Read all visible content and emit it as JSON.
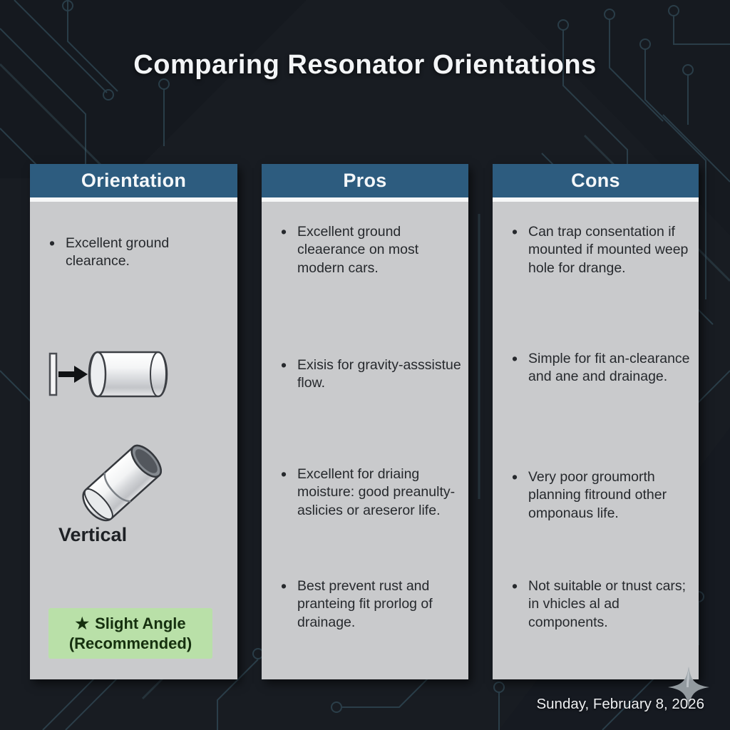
{
  "title": "Comparing Resonator Orientations",
  "table": {
    "columns": [
      {
        "header": "Orientation"
      },
      {
        "header": "Pros"
      },
      {
        "header": "Cons"
      }
    ]
  },
  "orientation": {
    "bullets": [
      "Excellent ground clearance."
    ],
    "icons": [
      "horizontal-resonator-with-inlet-arrow",
      "angled-resonator-tube"
    ],
    "vertical_label": "Vertical",
    "recommended": {
      "star": "★",
      "line1": "Slight Angle",
      "line2": "(Recommended)"
    }
  },
  "pros": {
    "items": [
      "Excellent ground cleaerance on most modern cars.",
      "Exisis for gravity-asssistue flow.",
      "Excellent for driaing moisture: good preanulty-aslicies or areseror life.",
      "Best prevent rust and pranteing fit prorlog of drainage."
    ]
  },
  "cons": {
    "items": [
      "Can trap consentation if mounted if mounted weep hole for drange.",
      "Simple for fit an-clearance and ane and drainage.",
      "Very poor groumorth planning fitround other omponaus life.",
      "Not suitable or tnust cars; in vhicles al ad components."
    ]
  },
  "footer": {
    "date": "Sunday, February 8, 2026"
  },
  "colors": {
    "background": "#181c22",
    "circuit_trace": "#3b5b6a",
    "header_bg": "#2d5c7f",
    "panel_bg": "#c9cacc",
    "recommended_bg": "#b9e0a8",
    "recommended_text": "#16300f",
    "sparkle": "#9aa1a7"
  }
}
